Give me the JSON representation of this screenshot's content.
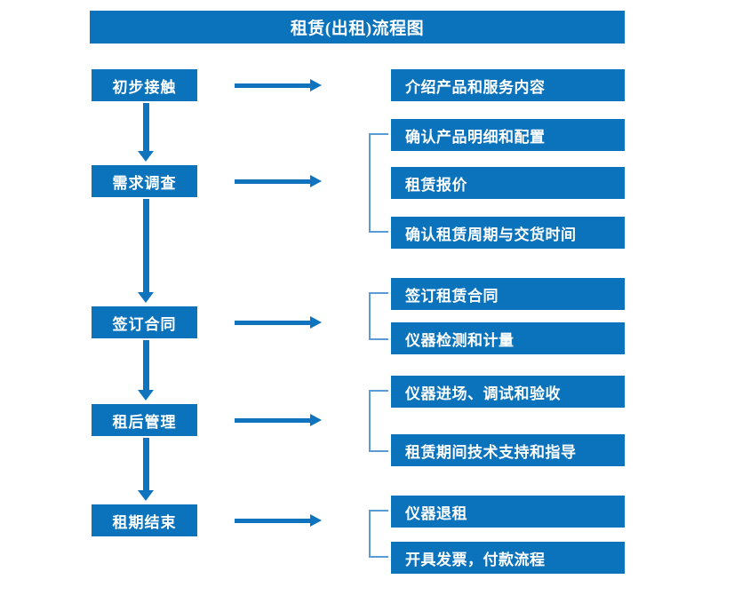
{
  "title": "租赁(出租)流程图",
  "colors": {
    "primary": "#0b72bc",
    "arrow": "#0f74bd",
    "bracket": "#5b9bd5",
    "text_on_primary": "#ffffff",
    "background": "#ffffff"
  },
  "stages": [
    {
      "label": "初步接触"
    },
    {
      "label": "需求调查"
    },
    {
      "label": "签订合同"
    },
    {
      "label": "租后管理"
    },
    {
      "label": "租期结束"
    }
  ],
  "details": [
    {
      "label": "介绍产品和服务内容"
    },
    {
      "label": "确认产品明细和配置"
    },
    {
      "label": "租赁报价"
    },
    {
      "label": "确认租赁周期与交货时间"
    },
    {
      "label": "签订租赁合同"
    },
    {
      "label": "仪器检测和计量"
    },
    {
      "label": "仪器进场、调试和验收"
    },
    {
      "label": "租赁期间技术支持和指导"
    },
    {
      "label": "仪器退租"
    },
    {
      "label": "开具发票，付款流程"
    }
  ],
  "connectors": {
    "horizontal_arrow_count": 5,
    "vertical_arrow_count": 4,
    "bracket_count": 4
  }
}
